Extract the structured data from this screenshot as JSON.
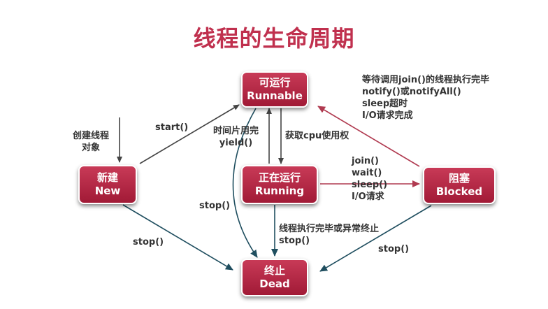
{
  "title": "线程的生命周期",
  "states": {
    "runnable": {
      "line1": "可运行",
      "line2": "Runnable"
    },
    "new": {
      "line1": "新建",
      "line2": "New"
    },
    "running": {
      "line1": "正在运行",
      "line2": "Running"
    },
    "blocked": {
      "line1": "阻塞",
      "line2": "Blocked"
    },
    "dead": {
      "line1": "终止",
      "line2": "Dead"
    }
  },
  "labels": {
    "create": [
      "创建线程",
      "对象"
    ],
    "start": "start()",
    "timeslice": [
      "时间片用完",
      "yield()"
    ],
    "get_cpu": "获取cpu使用权",
    "unblock": [
      "等待调用join()的线程执行完毕",
      "notify()或notifyAll()",
      "sleep超时",
      "I/O请求完成"
    ],
    "block": [
      "join()",
      "wait()",
      "sleep()",
      "I/O请求"
    ],
    "stop_runnable": "stop()",
    "stop_new": "stop()",
    "finish": [
      "线程执行完毕或异常终止",
      "stop()"
    ],
    "stop_blocked": "stop()"
  },
  "colors": {
    "state_fill": "#b52a45",
    "title": "#c0304e",
    "arrow_dark": "#1f4e5f",
    "arrow_red": "#b03a50",
    "arrow_gray": "#444444"
  }
}
